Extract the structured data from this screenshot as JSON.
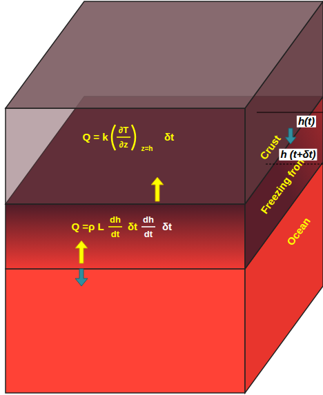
{
  "diagram": {
    "labels": [
      "Crust",
      "Freezing front",
      "Ocean",
      "h(t)",
      "h (t+δt)",
      "Q = k",
      "∂T",
      "∂z",
      "z=h",
      "δt",
      "Q =ρ L",
      "dh",
      "dt",
      "δt",
      "dh",
      "dt",
      "δt"
    ]
  }
}
